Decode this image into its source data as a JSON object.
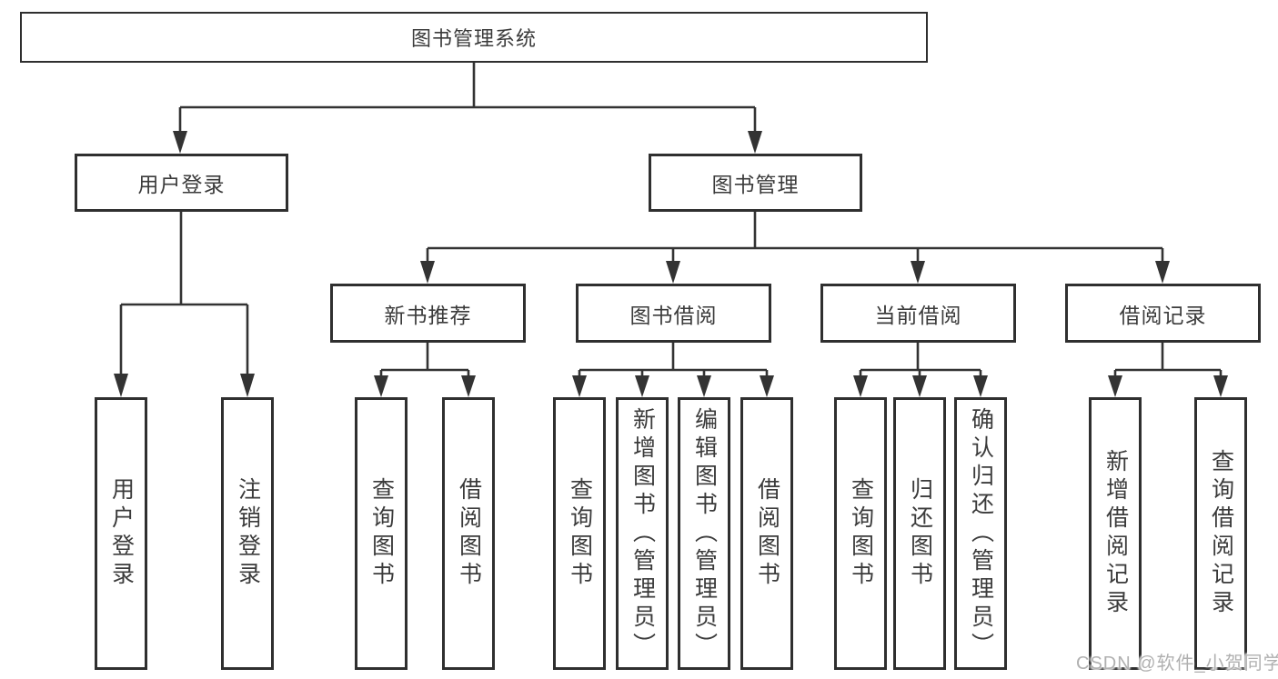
{
  "diagram": {
    "type": "hierarchy-flowchart",
    "colors": {
      "background": "#ffffff",
      "box_border": "#2f2f2f",
      "connector": "#333333",
      "text": "#3b3b3b",
      "watermark_text": "#b0b0b0"
    },
    "nodes": {
      "root": {
        "label": "图书管理系统"
      },
      "user_login": {
        "label": "用户登录"
      },
      "book_management": {
        "label": "图书管理"
      },
      "new_book_recommend": {
        "label": "新书推荐"
      },
      "book_borrow": {
        "label": "图书借阅"
      },
      "current_borrow": {
        "label": "当前借阅"
      },
      "borrow_record": {
        "label": "借阅记录"
      },
      "leaves": {
        "login_user_login": "用户登录",
        "login_logout": "注销登录",
        "newbook_query_books": "查询图书",
        "newbook_borrow_books": "借阅图书",
        "borrow_query_books": "查询图书",
        "borrow_add_books_admin": "新增图书（管理员）",
        "borrow_edit_books_admin": "编辑图书（管理员）",
        "borrow_borrow_books": "借阅图书",
        "current_query_books": "查询图书",
        "current_return_books": "归还图书",
        "current_confirm_return_admin": "确认归还（管理员）",
        "record_add_borrow_record": "新增借阅记录",
        "record_query_borrow_record": "查询借阅记录"
      }
    },
    "watermark": "CSDN @软件_小贺同学"
  }
}
